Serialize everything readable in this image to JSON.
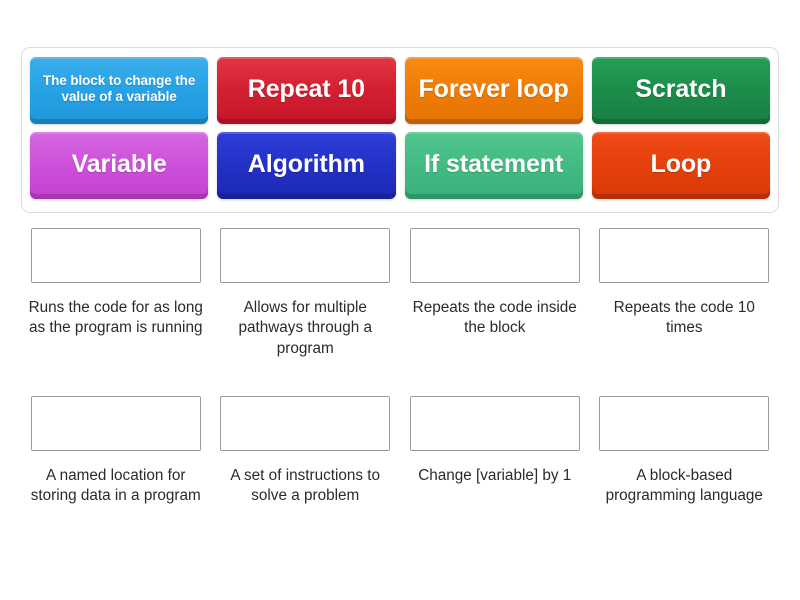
{
  "activity": {
    "type": "match-up-drag-and-drop",
    "tray": {
      "tiles": [
        {
          "label": "The block to change the value of a variable",
          "color": "#28a3e6",
          "color_name": "blue",
          "size": "small"
        },
        {
          "label": "Repeat 10",
          "color": "#d32030",
          "color_name": "red",
          "size": "normal"
        },
        {
          "label": "Forever loop",
          "color": "#f07d06",
          "color_name": "orange",
          "size": "normal"
        },
        {
          "label": "Scratch",
          "color": "#1d8d4b",
          "color_name": "green",
          "size": "normal"
        },
        {
          "label": "Variable",
          "color": "#cd52da",
          "color_name": "purple",
          "size": "normal"
        },
        {
          "label": "Algorithm",
          "color": "#2331c6",
          "color_name": "navy",
          "size": "normal"
        },
        {
          "label": "If statement",
          "color": "#43bb83",
          "color_name": "teal",
          "size": "normal"
        },
        {
          "label": "Loop",
          "color": "#e5400d",
          "color_name": "orange-red",
          "size": "normal"
        }
      ]
    },
    "slots": [
      {
        "caption": "Runs the code for as long as the program is running",
        "dropped": ""
      },
      {
        "caption": "Allows for multiple pathways through a program",
        "dropped": ""
      },
      {
        "caption": "Repeats the code inside the block",
        "dropped": ""
      },
      {
        "caption": "Repeats the code 10 times",
        "dropped": ""
      },
      {
        "caption": "A named location for storing data in a program",
        "dropped": ""
      },
      {
        "caption": "A set of instructions to solve a problem",
        "dropped": ""
      },
      {
        "caption": "Change [variable] by 1",
        "dropped": ""
      },
      {
        "caption": "A block-based programming language",
        "dropped": ""
      }
    ]
  }
}
